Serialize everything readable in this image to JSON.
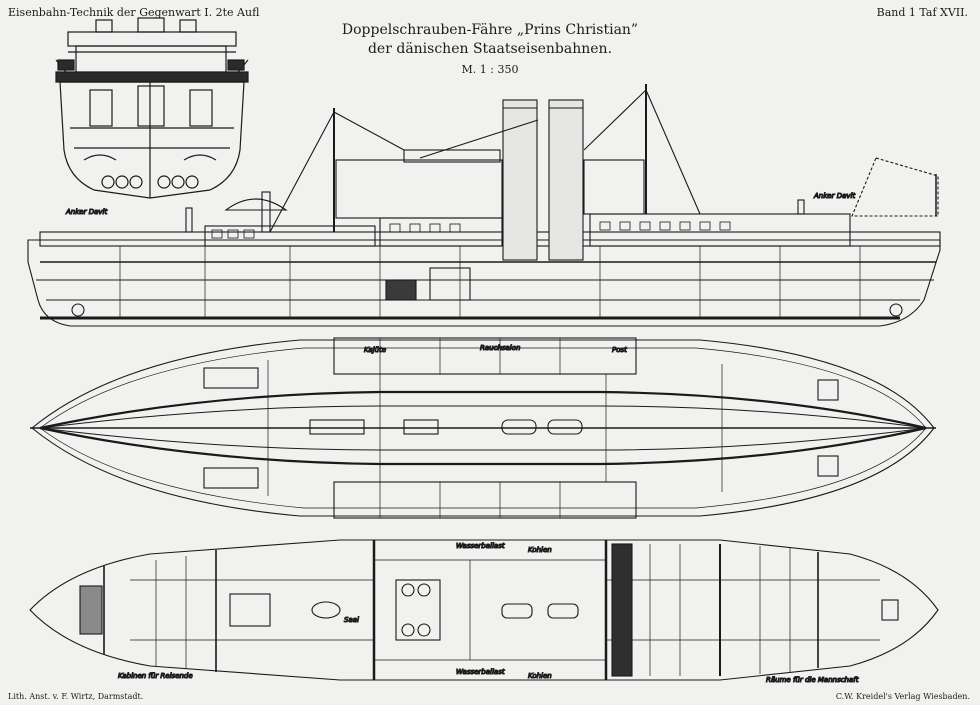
{
  "header": {
    "left": "Eisenbahn-Technik der Gegenwart I. 2te Aufl",
    "right": "Band 1  Taf XVII."
  },
  "title": {
    "line1": "Doppelschrauben-Fähre „Prins Christian”",
    "line2": "der dänischen Staatseisenbahnen.",
    "scale": "M. 1 : 350"
  },
  "labels": {
    "anker_davit": "Anker Davit",
    "anker_davit_right": "Anker Davit",
    "kajute": "Kajüte",
    "rauchsalon": "Rauchsalon",
    "post": "Post",
    "saal": "Saal",
    "kohlen_top": "Kohlen",
    "kohlen_bottom": "Kohlen",
    "wasserballast_top": "Wasserballast",
    "wasserballast_bottom": "Wasserballast",
    "kabinen": "Kabinen für Reisende",
    "raume": "Räume für die Mannschaft"
  },
  "footer": {
    "left": "Lith. Anst. v. F. Wirtz, Darmstadt.",
    "right": "C.W. Kreidel's Verlag Wiesbaden."
  }
}
